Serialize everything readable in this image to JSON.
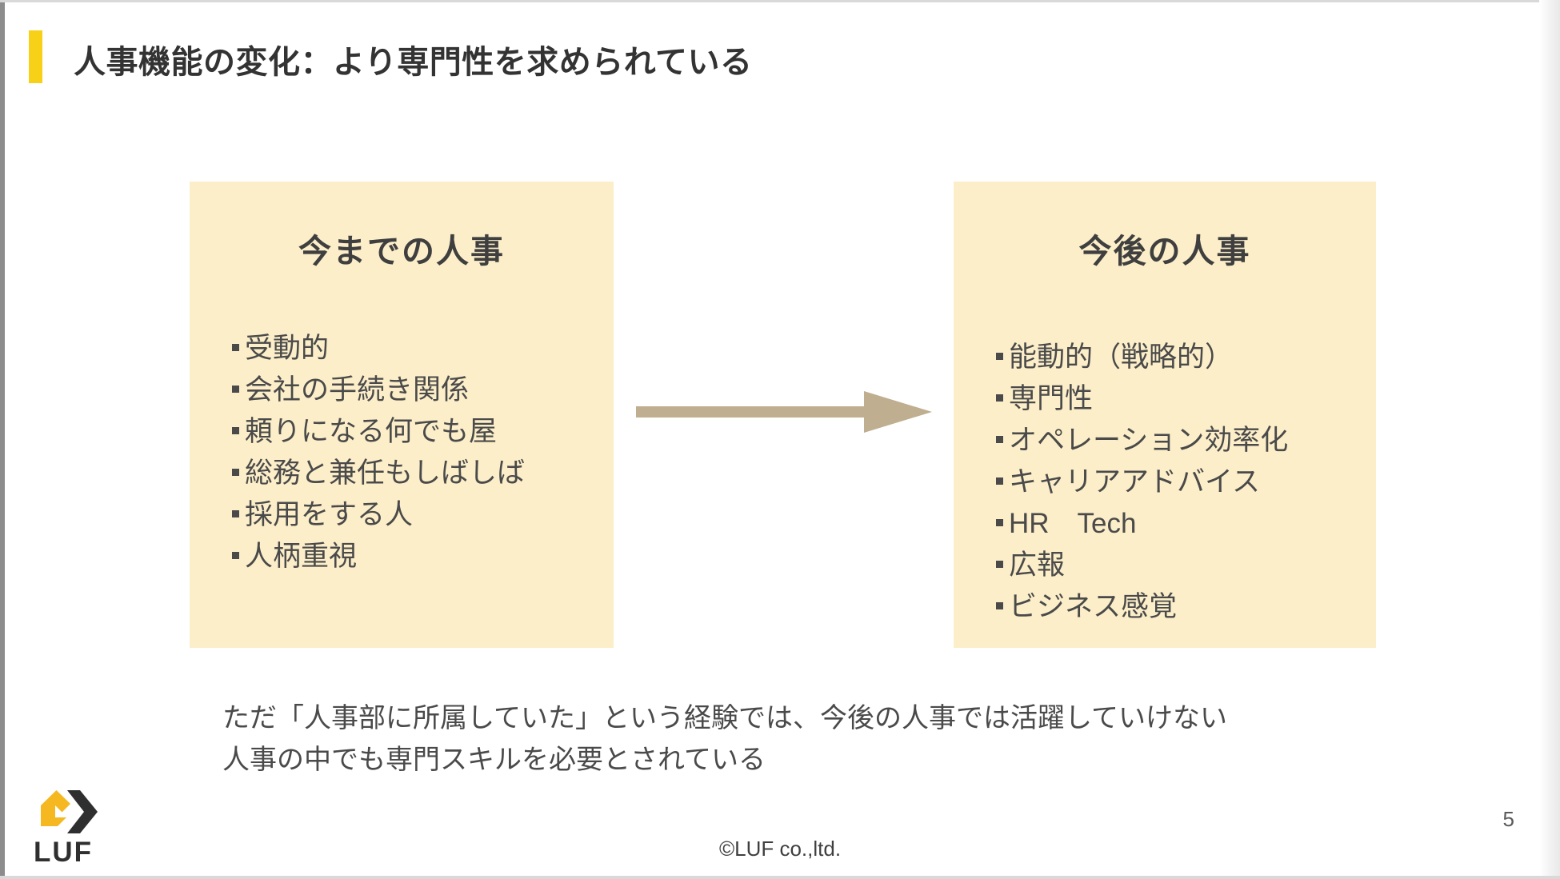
{
  "slide": {
    "title": "人事機能の変化：より専門性を求められている",
    "accent_color": "#f7d117",
    "panel_fill": "#fceec9",
    "arrow_color": "#bfae8f",
    "text_color": "#4a4a4a",
    "page_number": "5"
  },
  "panels": [
    {
      "heading": "今までの人事",
      "bullets": [
        "受動的",
        "会社の手続き関係",
        "頼りになる何でも屋",
        "総務と兼任もしばしば",
        "採用をする人",
        "人柄重視"
      ]
    },
    {
      "heading": "今後の人事",
      "bullets": [
        "能動的（戦略的）",
        "専門性",
        "オペレーション効率化",
        "キャリアアドバイス",
        "HR　Tech",
        "広報",
        "ビジネス感覚"
      ]
    }
  ],
  "caption": {
    "line1": "ただ「人事部に所属していた」という経験では、今後の人事では活躍していけない",
    "line2": "人事の中でも専門スキルを必要とされている"
  },
  "footer": {
    "logo_word": "LUF",
    "copyright": "©LUF co.,ltd."
  }
}
